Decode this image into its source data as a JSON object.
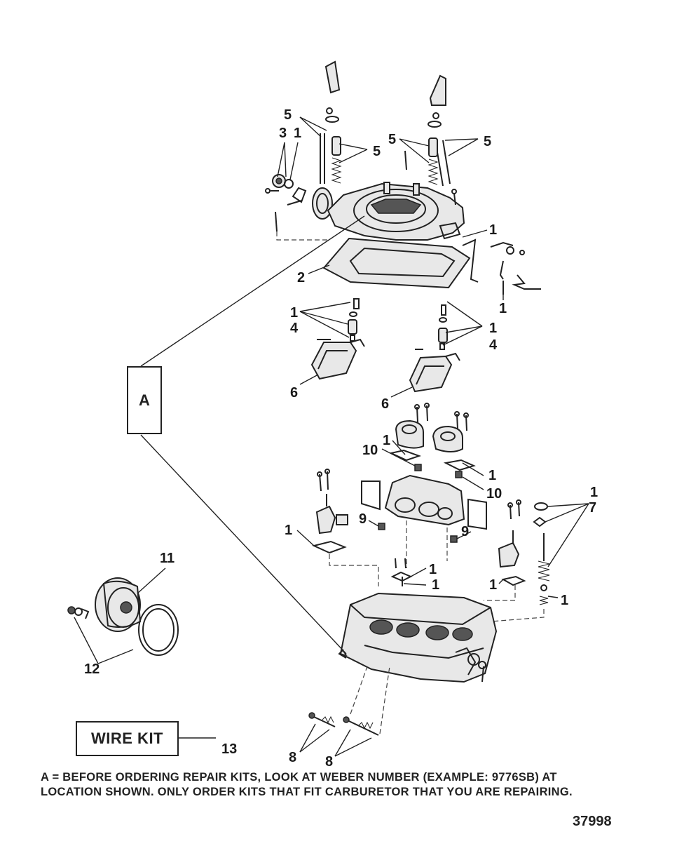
{
  "callouts": {
    "c1": "1",
    "c2": "2",
    "c3": "3",
    "c4": "4",
    "c5": "5",
    "c6": "6",
    "c7": "7",
    "c8": "8",
    "c9": "9",
    "c10": "10",
    "c11": "11",
    "c12": "12",
    "c13": "13"
  },
  "location_box": {
    "label": "A"
  },
  "wire_kit": {
    "label": "WIRE KIT",
    "callout": "13"
  },
  "note": {
    "line1": "A = BEFORE ORDERING REPAIR KITS, LOOK AT WEBER NUMBER (EXAMPLE: 9776SB) AT",
    "line2": "LOCATION SHOWN.  ONLY ORDER KITS THAT FIT CARBURETOR THAT YOU ARE REPAIRING."
  },
  "figure_number": "37998"
}
